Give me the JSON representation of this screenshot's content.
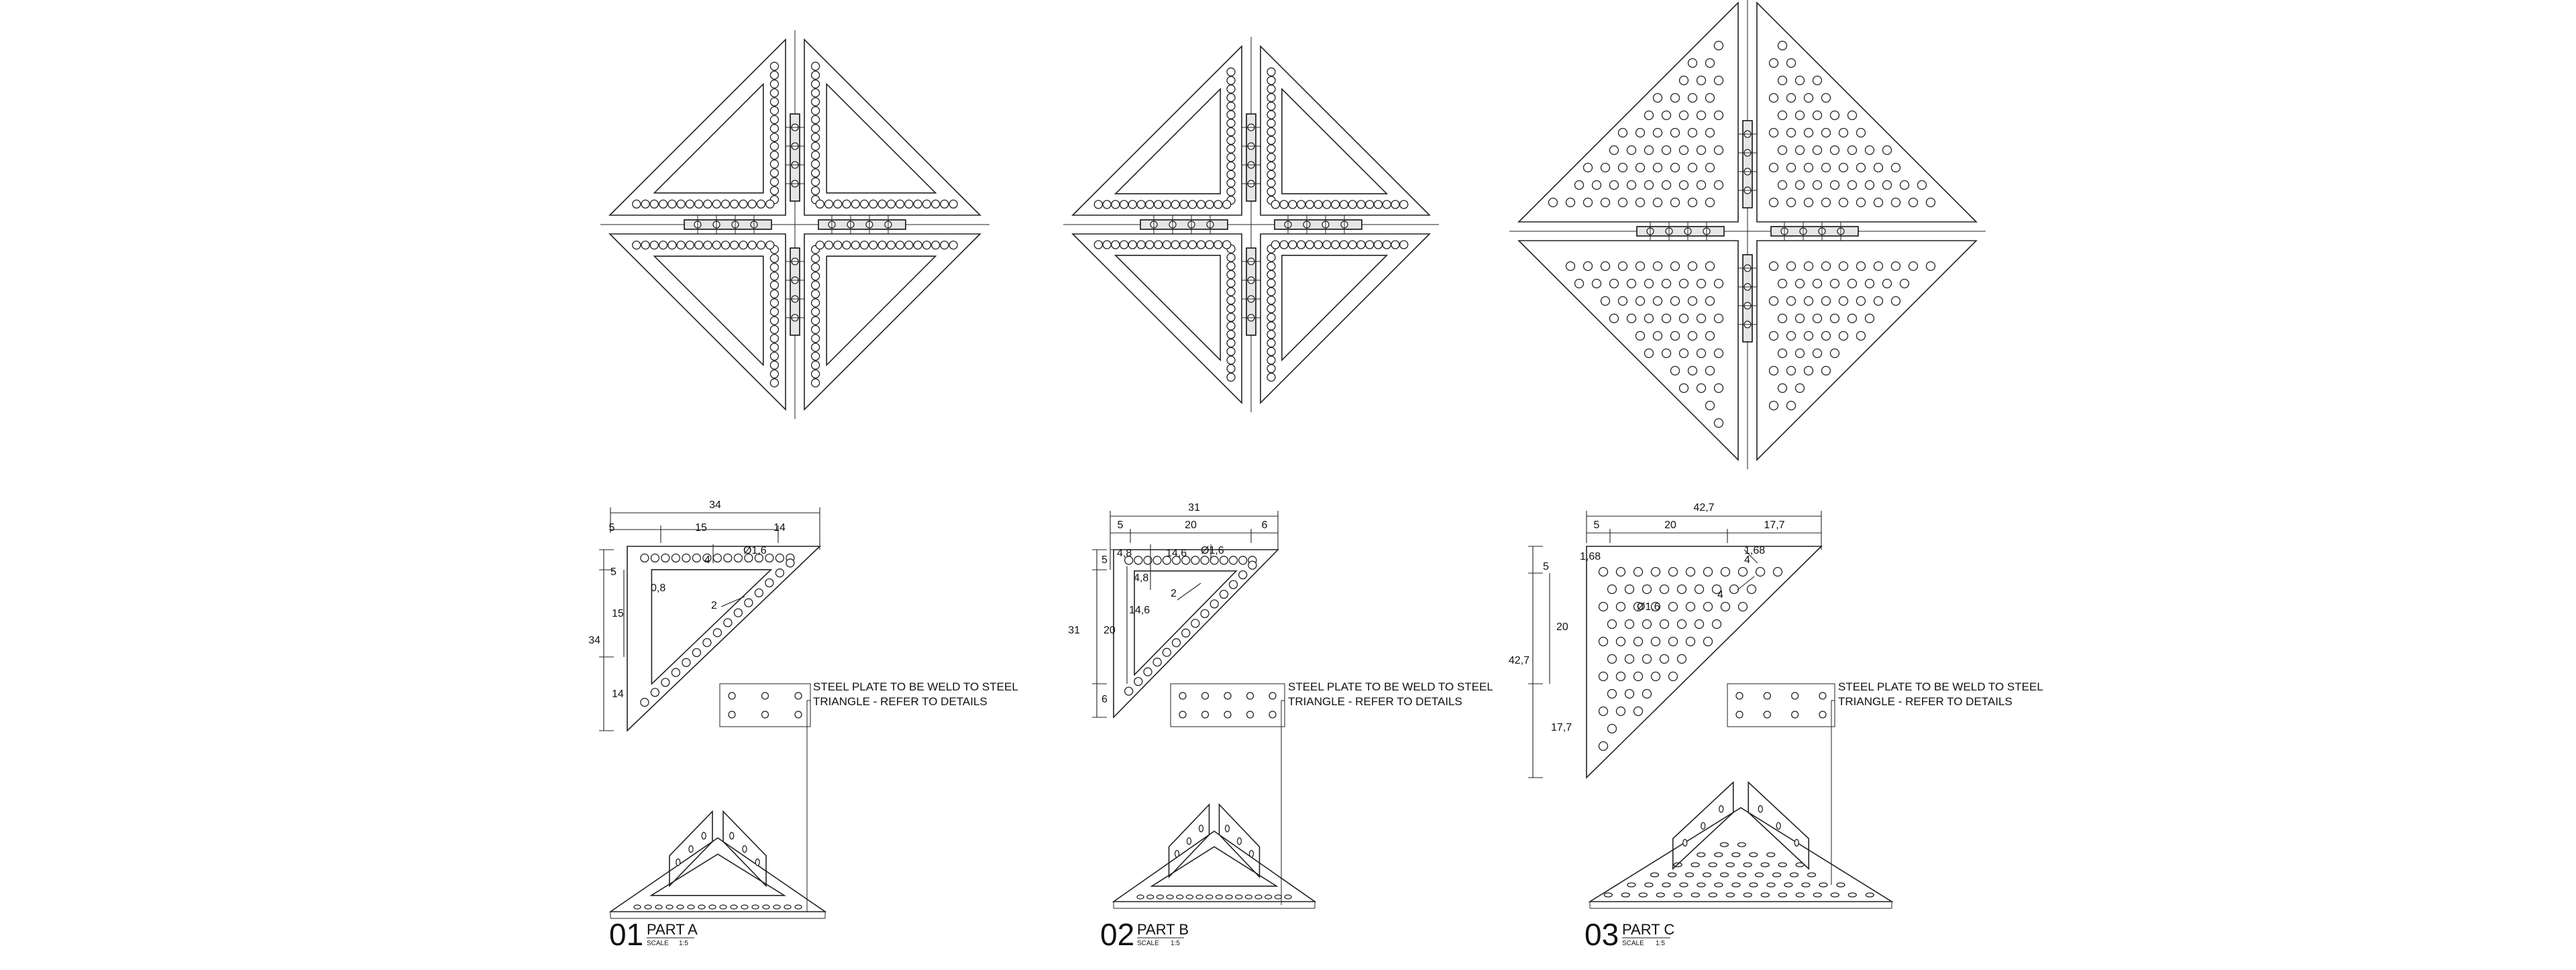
{
  "sheet": {
    "background": "#ffffff",
    "line_color": "#222222"
  },
  "plans": [
    {
      "name": "plan-a",
      "holes": "perimeter"
    },
    {
      "name": "plan-b",
      "holes": "perimeter"
    },
    {
      "name": "plan-c",
      "holes": "grid"
    }
  ],
  "parts": [
    {
      "id": "a",
      "number": "01",
      "name": "PART A",
      "scale_label": "SCALE",
      "scale_value": "1:5",
      "note_line1": "STEEL PLATE TO BE WELD TO STEEL",
      "note_line2": "TRIANGLE - REFER TO DETAILS",
      "dims": {
        "overall_top": "34",
        "left_offset": "5",
        "middle": "15",
        "right": "14",
        "hole": "Ø1,6",
        "inner": "4",
        "edge": "0,8",
        "spacing": "2",
        "v_top": "5",
        "v_mid": "15",
        "v_bot": "14",
        "v_total": "34"
      }
    },
    {
      "id": "b",
      "number": "02",
      "name": "PART B",
      "scale_label": "SCALE",
      "scale_value": "1:5",
      "note_line1": "STEEL PLATE TO BE WELD TO STEEL",
      "note_line2": "TRIANGLE - REFER TO DETAILS",
      "dims": {
        "overall_top": "31",
        "left_offset": "5",
        "middle": "20",
        "right": "6",
        "hole": "Ø1,6",
        "inner_a": "4,8",
        "inner_b": "14,6",
        "inner_c": "4,8",
        "spacing": "2",
        "v_top": "5",
        "v_mid": "20",
        "v_mid2": "14,6",
        "v_bot": "6",
        "v_total": "31"
      }
    },
    {
      "id": "c",
      "number": "03",
      "name": "PART C",
      "scale_label": "SCALE",
      "scale_value": "1:5",
      "note_line1": "STEEL PLATE TO BE WELD TO STEEL",
      "note_line2": "TRIANGLE - REFER TO DETAILS",
      "dims": {
        "overall_top": "42,7",
        "left_offset": "5",
        "middle": "20",
        "right": "17,7",
        "hole": "Ø1,6",
        "edge_a": "1,68",
        "edge_b": "1,68",
        "spacing_a": "4",
        "spacing_b": "4",
        "v_top": "5",
        "v_mid": "20",
        "v_bot": "17,7",
        "v_total": "42,7"
      }
    }
  ]
}
